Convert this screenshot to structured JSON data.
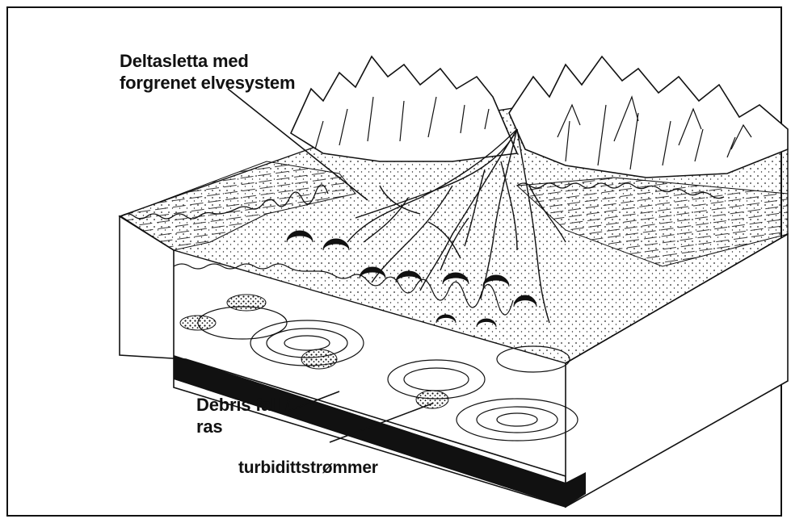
{
  "labels": {
    "delta_line1": "Deltasletta med",
    "delta_line2": "forgrenet elvesystem",
    "debris_line1": "Debris fall /",
    "debris_line2": "ras",
    "turbidity": "turbidittstrømmer"
  }
}
